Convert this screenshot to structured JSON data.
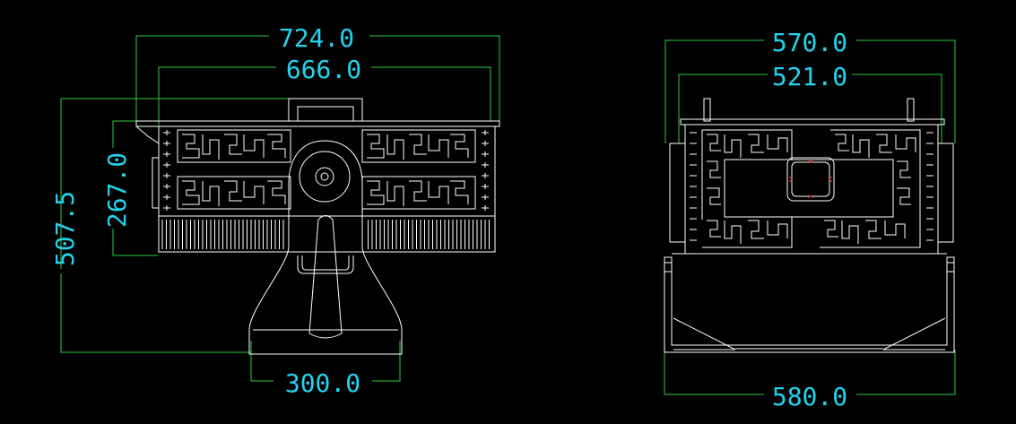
{
  "drawing": {
    "front_view": {
      "dimensions": {
        "overall_width": "724.0",
        "inner_width": "666.0",
        "overall_height": "507.5",
        "body_height": "267.0",
        "base_width": "300.0"
      }
    },
    "side_view": {
      "dimensions": {
        "top_width": "570.0",
        "inner_top_width": "521.0",
        "bottom_width": "580.0"
      }
    }
  },
  "colors": {
    "background": "#000000",
    "dimension_lines": "#2ecc40",
    "dimension_text": "#22d3ee",
    "outline": "#ffffff",
    "markers": "#e03030"
  }
}
